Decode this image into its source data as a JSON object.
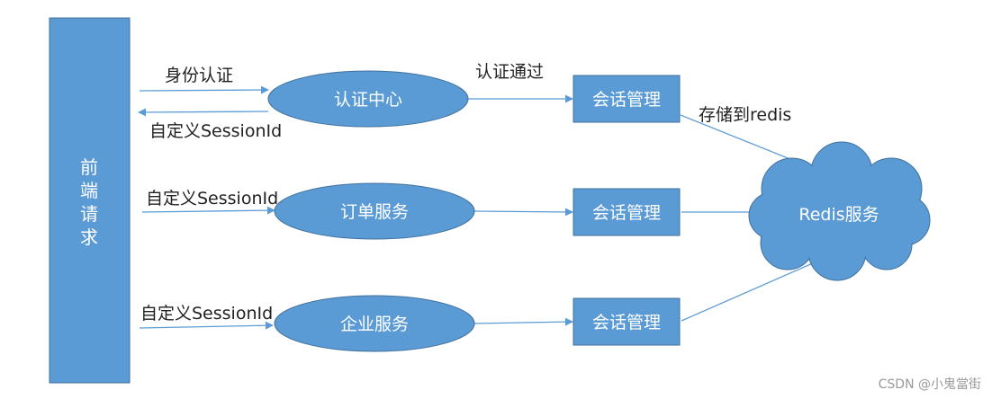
{
  "diagram": {
    "frontend": {
      "chars": [
        "前",
        "端",
        "请",
        "求"
      ]
    },
    "nodes": {
      "auth_center": "认证中心",
      "order_service": "订单服务",
      "enterprise_service": "企业服务",
      "session_mgmt_1": "会话管理",
      "session_mgmt_2": "会话管理",
      "session_mgmt_3": "会话管理",
      "redis_service": "Redis服务"
    },
    "edge_labels": {
      "identity_auth": "身份认证",
      "custom_session_return": "自定义SessionId",
      "auth_passed": "认证通过",
      "store_to_redis": "存储到redis",
      "custom_session_order": "自定义SessionId",
      "custom_session_enterprise": "自定义SessionId"
    },
    "watermark": "CSDN @小鬼當街"
  },
  "colors": {
    "node_fill": "#5b9bd5",
    "node_stroke": "#41719c",
    "arrow": "#5b9bd5"
  }
}
